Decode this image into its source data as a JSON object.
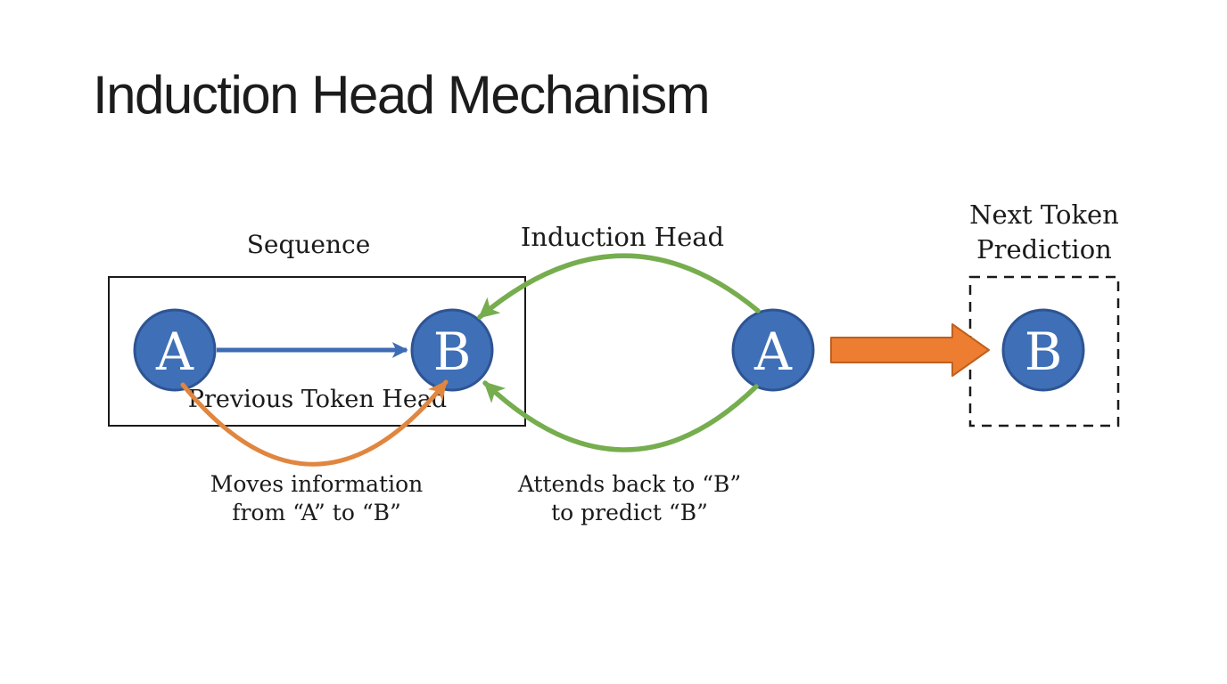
{
  "title": "Induction Head Mechanism",
  "diagram": {
    "sequence": {
      "label": "Sequence",
      "node_a": "A",
      "node_b": "B",
      "previous_token_head_label": "Previous Token Head"
    },
    "induction_head_label": "Induction Head",
    "query_node": "A",
    "next_token": {
      "label": "Next Token\nPrediction",
      "node_b": "B"
    },
    "captions": {
      "previous_token": "Moves information\nfrom “A” to “B”",
      "induction": "Attends back to “B”\nto predict “B”"
    },
    "colors": {
      "background": "#ffffff",
      "node_fill": "#3F6FB7",
      "node_stroke": "#2E5493",
      "blue_arrow": "#3E6BB5",
      "green_arrow": "#76AD4E",
      "orange_arrow": "#E0863F",
      "block_arrow_fill": "#ED7D31",
      "block_arrow_stroke": "#C05F1E",
      "box_border": "#1a1a1a",
      "text": "#1b1b1b"
    }
  }
}
